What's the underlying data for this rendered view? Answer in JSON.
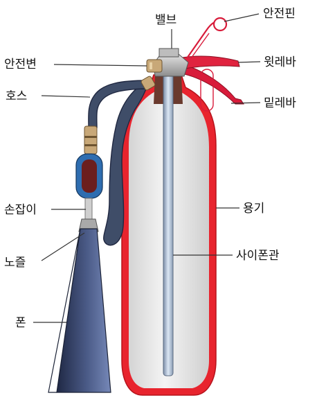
{
  "labels": {
    "safety_pin": "안전핀",
    "valve": "밸브",
    "safety_valve": "안전변",
    "upper_lever": "윗레바",
    "hose": "호스",
    "lower_lever": "밑레바",
    "handle": "손잡이",
    "cylinder": "용기",
    "nozzle": "노즐",
    "siphon_tube": "사이폰관",
    "horn": "폰"
  },
  "colors": {
    "cylinder_red": "#e8242e",
    "cylinder_inner": "#e6e6e6",
    "hose_blue": "#3f4d68",
    "lever_red": "#d81b3a",
    "horn_dark": "#2f3a5a",
    "tube_blue": "#b5c6dc"
  }
}
